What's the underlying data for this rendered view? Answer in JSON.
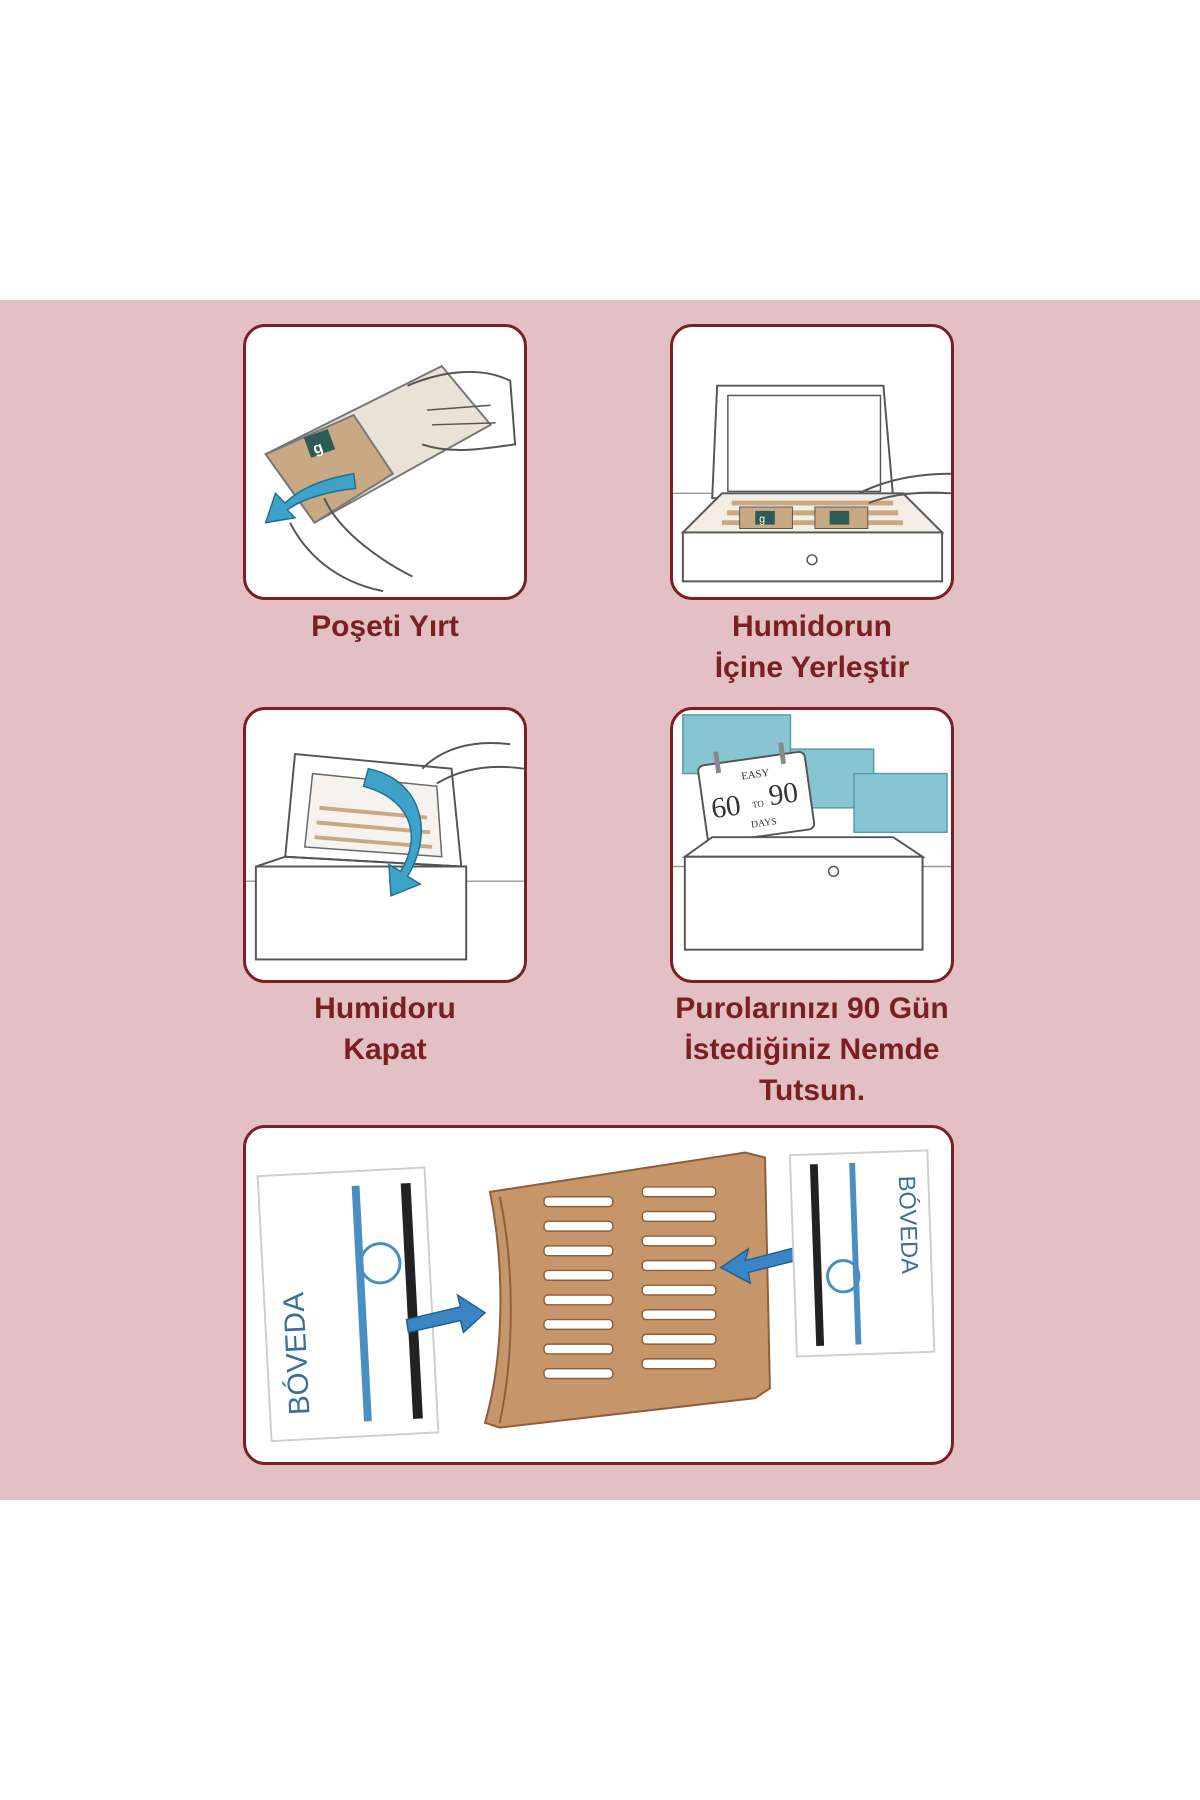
{
  "steps": [
    {
      "caption_lines": [
        "Poşeti Yırt"
      ],
      "icon": "tear-pouch"
    },
    {
      "caption_lines": [
        "Humidorun",
        "İçine Yerleştir"
      ],
      "icon": "place-in-humidor",
      "pouch_label": "g"
    },
    {
      "caption_lines": [
        "Humidoru",
        "Kapat"
      ],
      "icon": "close-humidor"
    },
    {
      "caption_lines": [
        "Purolarınızı 90 Gün",
        "İstediğiniz Nemde",
        "Tutsun."
      ],
      "icon": "calendar-60-90",
      "calendar": {
        "top": "EASY",
        "from": "60",
        "mid": "TO",
        "to": "90",
        "bottom": "DAYS"
      }
    }
  ],
  "product": {
    "brand_logo_text": "BÓVEDA",
    "icon": "holder-insert"
  },
  "colors": {
    "band": "#e3c0c4",
    "accent": "#7a1f22",
    "arrow": "#3fa2c8",
    "pouch": "#c8a983",
    "wood": "#c7956a"
  }
}
